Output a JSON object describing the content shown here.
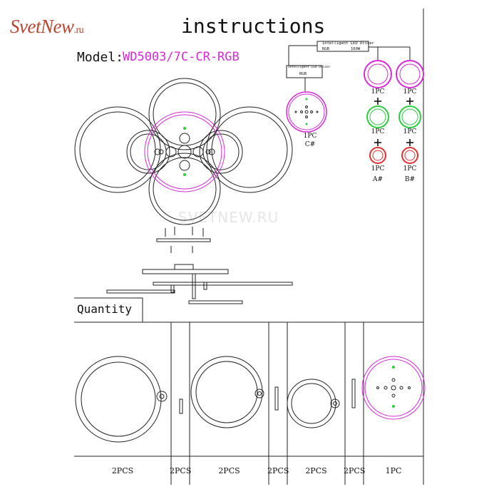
{
  "logo": {
    "main": "SvetNew",
    "suffix": ".ru"
  },
  "title": "instructions",
  "model": {
    "label": "Model:",
    "value": "WD5003/7C-CR-RGB"
  },
  "quantity_label": "Quantity",
  "watermark": "SVETNEW.RU",
  "drivers": {
    "main": {
      "name": "Intelligent LED Driver",
      "type": "RGB",
      "power": "160W"
    },
    "secondary": {
      "name": "Intelligent LED Driver",
      "type": "RGB"
    }
  },
  "wiring_labels": {
    "c_qty": "1PC",
    "c_name": "C#",
    "a_top": "1PC",
    "a_mid": "1PC",
    "a_bot": "1PC",
    "a_name": "A#",
    "b_top": "1PC",
    "b_mid": "1PC",
    "b_bot": "1PC",
    "b_name": "B#"
  },
  "quantities": [
    "2PCS",
    "2PCS",
    "2PCS",
    "2PCS",
    "2PCS",
    "2PCS",
    "1PC"
  ],
  "colors": {
    "magenta": "#d62bd6",
    "green": "#2ecc40",
    "red": "#e03030",
    "line": "#222222",
    "logo": "#b8452f"
  }
}
